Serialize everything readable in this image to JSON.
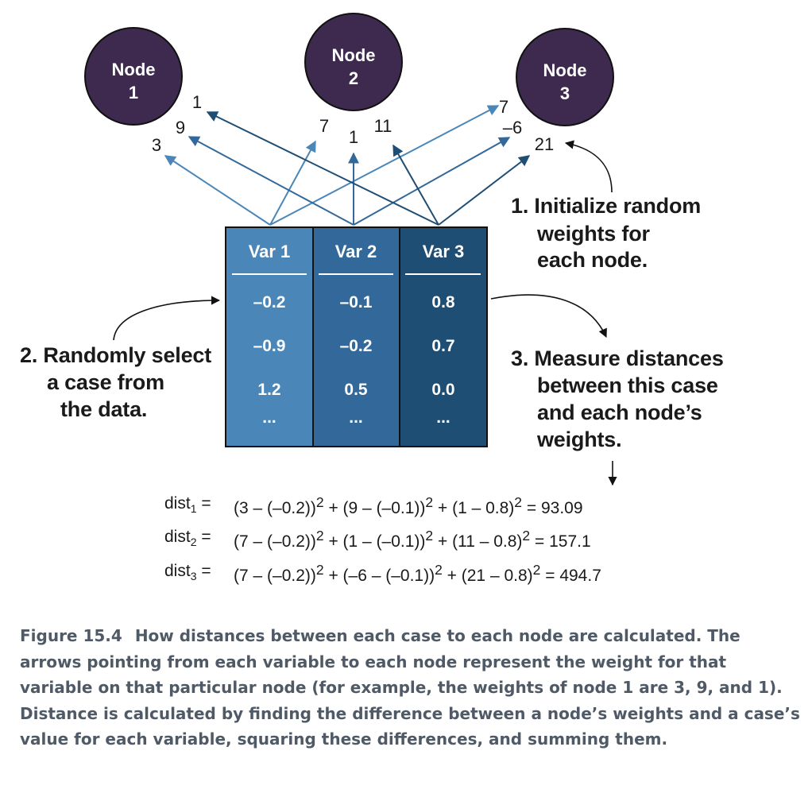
{
  "nodes": [
    {
      "line1": "Node",
      "line2": "1"
    },
    {
      "line1": "Node",
      "line2": "2"
    },
    {
      "line1": "Node",
      "line2": "3"
    }
  ],
  "weights": {
    "node1": [
      "3",
      "9",
      "1"
    ],
    "node2": [
      "7",
      "1",
      "11"
    ],
    "node3": [
      "7",
      "–6",
      "21"
    ]
  },
  "table": {
    "headers": [
      "Var 1",
      "Var 2",
      "Var 3"
    ],
    "rows": [
      [
        "–0.2",
        "–0.1",
        "0.8"
      ],
      [
        "–0.9",
        "–0.2",
        "0.7"
      ],
      [
        "1.2",
        "0.5",
        "0.0"
      ],
      [
        "...",
        "...",
        "..."
      ]
    ],
    "colors": [
      "#4a87b8",
      "#33699a",
      "#1f4e74"
    ]
  },
  "steps": {
    "step1": [
      "1. Initialize random",
      "weights for",
      "each node."
    ],
    "step2": [
      "2. Randomly select",
      "a case from",
      "the data."
    ],
    "step3": [
      "3. Measure distances",
      "between this case",
      "and each node’s",
      "weights."
    ]
  },
  "equations": [
    {
      "label": "dist",
      "sub": "1",
      "suffix": " =",
      "expr": "(3 – (–0.2))",
      "sup1": "2",
      "expr2": " + (9 – (–0.1))",
      "sup2": "2",
      "expr3": " + (1 – 0.8)",
      "sup3": "2",
      "result": " = 93.09"
    },
    {
      "label": "dist",
      "sub": "2",
      "suffix": " =",
      "expr": "(7 – (–0.2))",
      "sup1": "2",
      "expr2": " + (1 – (–0.1))",
      "sup2": "2",
      "expr3": " + (11 – 0.8)",
      "sup3": "2",
      "result": " = 157.1"
    },
    {
      "label": "dist",
      "sub": "3",
      "suffix": " =",
      "expr": "(7 – (–0.2))",
      "sup1": "2",
      "expr2": " + (–6 – (–0.1))",
      "sup2": "2",
      "expr3": " + (21 – 0.8)",
      "sup3": "2",
      "result": " = 494.7"
    }
  ],
  "caption": {
    "label": "Figure 15.4",
    "text": "How distances between each case to each node are calculated. The arrows pointing from each variable to each node represent the weight for that variable on that particular node (for example, the weights of node 1 are 3, 9, and 1). Distance is calculated by finding the difference between a node’s weights and a case’s value for each variable, squaring these differences, and summing them."
  },
  "colors": {
    "node_fill": "#3d2a4e",
    "arrow_light": "#4a87b8",
    "arrow_mid": "#33699a",
    "arrow_dark": "#1f4e74",
    "caption_text": "#4f5a66"
  }
}
